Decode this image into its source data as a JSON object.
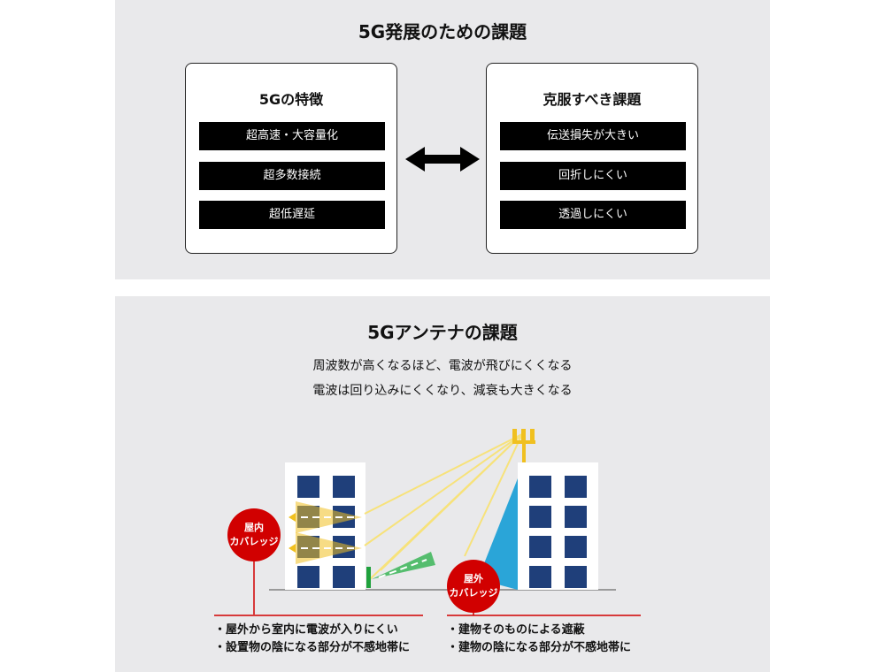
{
  "top_panel": {
    "title": "5G発展のための課題",
    "left_card": {
      "title": "5Gの特徴",
      "items": [
        "超高速・大容量化",
        "超多数接続",
        "超低遅延"
      ]
    },
    "right_card": {
      "title": "克服すべき課題",
      "items": [
        "伝送損失が大きい",
        "回折しにくい",
        "透過しにくい"
      ]
    }
  },
  "bottom_panel": {
    "title": "5Gアンテナの課題",
    "subtitle_lines": [
      "周波数が高くなるほど、電波が飛びにくくなる",
      "電波は回り込みにくくなり、減衰も大きくなる"
    ],
    "indoor_badge": {
      "line1": "屋内",
      "line2": "カバレッジ"
    },
    "outdoor_badge": {
      "line1": "屋外",
      "line2": "カバレッジ"
    },
    "indoor_bullets": [
      "・屋外から室内に電波が入りにくい",
      "・設置物の陰になる部分が不感地帯に"
    ],
    "outdoor_bullets": [
      "・建物そのものによる遮蔽",
      "・建物の陰になる部分が不感地帯に"
    ]
  },
  "colors": {
    "panel_bg": "#e9e9eb",
    "window_blue": "#1f3f7a",
    "beam_yellow": "#f0c020",
    "badge_red": "#d10000",
    "shadow_blue": "#2aa5d8",
    "small_cell_green": "#2fb14f"
  }
}
